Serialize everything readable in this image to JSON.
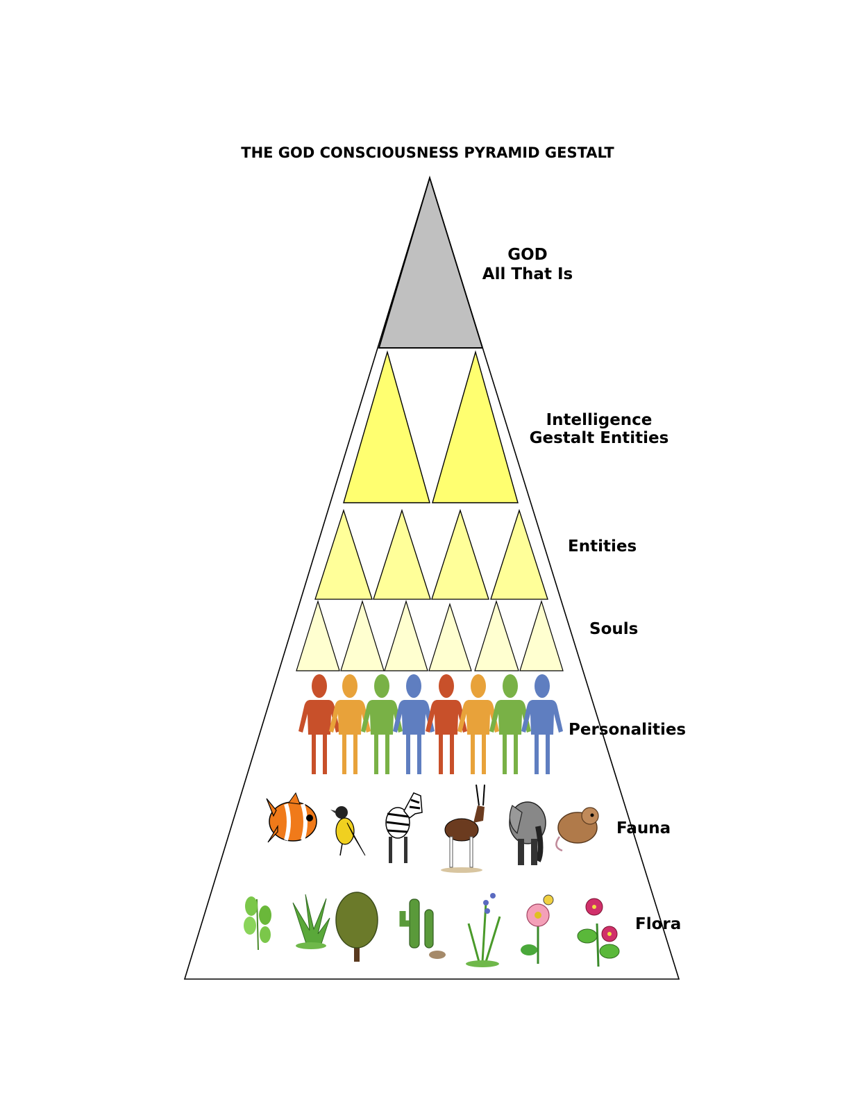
{
  "title": "THE GOD CONSCIOUSNESS PYRAMID GESTALT",
  "levels": {
    "god": {
      "line1": "GOD",
      "line2": "All That Is"
    },
    "intelligence": {
      "line1": "Intelligence",
      "line2": "Gestalt Entities"
    },
    "entities": {
      "label": "Entities"
    },
    "souls": {
      "label": "Souls"
    },
    "personalities": {
      "label": "Personalities"
    },
    "fauna": {
      "label": "Fauna"
    },
    "flora": {
      "label": "Flora"
    }
  },
  "fauna_icons": [
    "clownfish-icon",
    "bird-icon",
    "zebra-icon",
    "antelope-icon",
    "elephant-icon",
    "rat-icon"
  ],
  "flora_icons": [
    "leafy-plant-icon",
    "grass-tuft-icon",
    "tree-icon",
    "cactus-icon",
    "flowering-plant-icon",
    "pink-flower-icon",
    "violet-flower-icon"
  ],
  "colors": {
    "god": "#c0c0c0",
    "intelligence": "#ffff70",
    "entities": "#ffff99",
    "souls": "#ffffd0",
    "person_colors": [
      "#c8502a",
      "#e8a23a",
      "#79b146",
      "#5f7ec0"
    ]
  }
}
